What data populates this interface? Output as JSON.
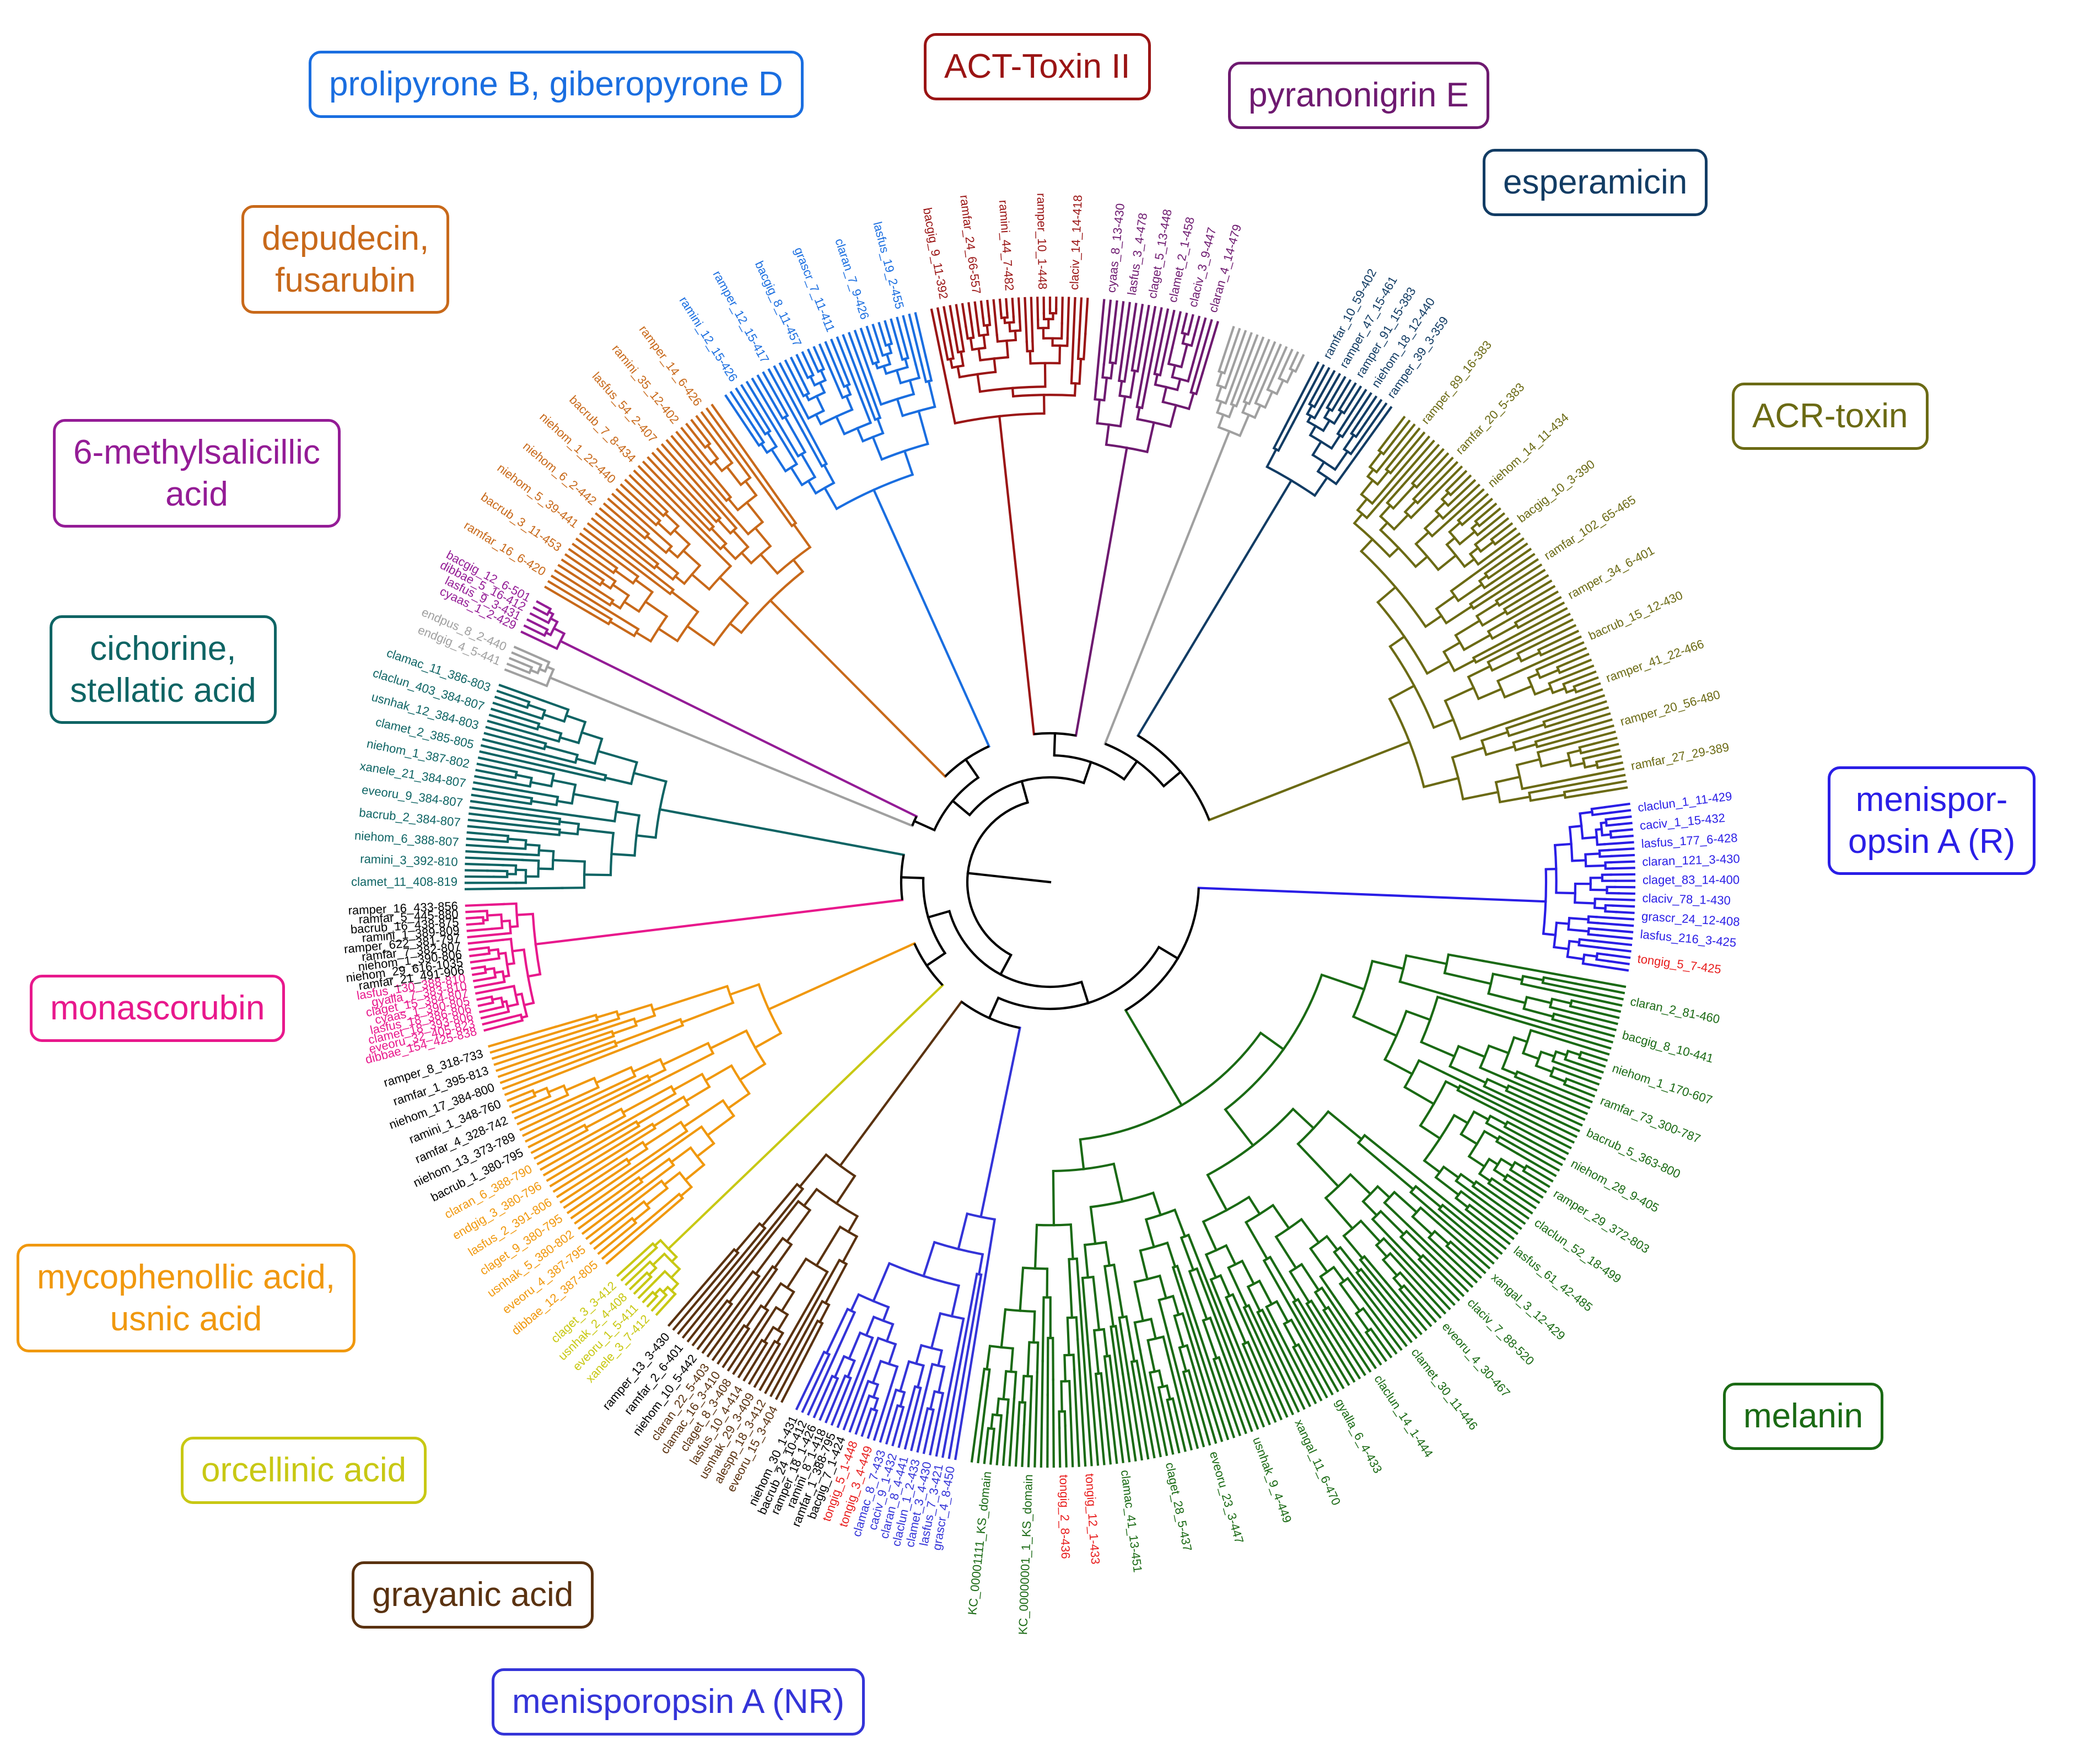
{
  "clades": [
    {
      "id": "prolipyrone",
      "lines": [
        "prolipyrone B, giberopyrone D"
      ],
      "color": "#1a6ee0"
    },
    {
      "id": "act-toxin",
      "lines": [
        "ACT-Toxin II"
      ],
      "color": "#9a1414"
    },
    {
      "id": "pyranonigrin",
      "lines": [
        "pyranonigrin E"
      ],
      "color": "#6e1a70"
    },
    {
      "id": "esperamicin",
      "lines": [
        "esperamicin"
      ],
      "color": "#123c64"
    },
    {
      "id": "depudecin",
      "lines": [
        "depudecin,",
        "fusarubin"
      ],
      "color": "#c8691a"
    },
    {
      "id": "acr-toxin",
      "lines": [
        "ACR-toxin"
      ],
      "color": "#6b6a14"
    },
    {
      "id": "methylsalicillic",
      "lines": [
        "6-methylsalicillic",
        "acid"
      ],
      "color": "#941c96"
    },
    {
      "id": "cichorine",
      "lines": [
        "cichorine,",
        "stellatic acid"
      ],
      "color": "#0e6464"
    },
    {
      "id": "menisporopsin-r",
      "lines": [
        "menispor-",
        "opsin A (R)"
      ],
      "color": "#2a1ee6"
    },
    {
      "id": "monascorubin",
      "lines": [
        "monascorubin"
      ],
      "color": "#e8188c"
    },
    {
      "id": "mycophenollic",
      "lines": [
        "mycophenollic acid,",
        "usnic acid"
      ],
      "color": "#f0980e"
    },
    {
      "id": "melanin",
      "lines": [
        "melanin"
      ],
      "color": "#1a6a14"
    },
    {
      "id": "orcellinic",
      "lines": [
        "orcellinic acid"
      ],
      "color": "#c8c814"
    },
    {
      "id": "grayanic",
      "lines": [
        "grayanic acid"
      ],
      "color": "#5a3210"
    },
    {
      "id": "menisporopsin-nr",
      "lines": [
        "menisporopsin A (NR)"
      ],
      "color": "#3434d8"
    }
  ],
  "other_colors": {
    "backbone": "#000000",
    "unassigned": "#a0a0a0",
    "reference": "#e81e1e"
  },
  "leaf_labels": {
    "melanin": [
      "claran_2_81-460",
      "bacgig_8_10-441",
      "niehom_1_170-607",
      "ramfar_73_300-787",
      "bacrub_5_363-800",
      "niehom_28_9-405",
      "ramper_29_372-803",
      "claclun_52_18-499",
      "lasfus_61_42-485",
      "xangal_3_12-429",
      "claciv_7_88-520",
      "eveoru_4_30-467"
    ],
    "melanin_ref": [
      "KC_00000001_1_KS_domain",
      "KC_00001111_KS_domain"
    ],
    "acr-toxin": [
      "ramper_89_16-383",
      "ramfar_20_5-383",
      "niehom_14_11-434",
      "bacgig_10_3-390",
      "ramfar_102_65-465",
      "ramper_34_6-401",
      "bacrub_15_12-430",
      "ramper_41_22-466",
      "ramper_20_56-480",
      "ramfar_27_29-389"
    ],
    "menisporopsin-r": [
      "claclun_1_11-429",
      "caciv_1_15-432",
      "lasfus_177_6-428",
      "claran_121_3-430",
      "claget_83_14-400",
      "claciv_78_1-430",
      "grascr_24_12-408",
      "lasfus_216_3-425"
    ],
    "menisporopsin-r_ref": [
      "tongig_5_7-425"
    ],
    "esperamicin": [
      "ramfar_10_59-402",
      "ramper_47_15-461",
      "ramper_91_15-383",
      "niehom_18_12-440",
      "ramper_39_3-359"
    ],
    "act-toxin": [
      "bacgig_9_11-392",
      "ramfar_24_66-557",
      "ramini_44_7-482",
      "ramper_10_1-448",
      "claciv_14_14-418"
    ],
    "pyranonigrin": [
      "cyaas_8_13-430",
      "lasfus_3_4-478",
      "claget_5_13-448",
      "clamet_2_1-458",
      "claciv_3_9-447",
      "claran_4_14-479"
    ],
    "prolipyrone": [
      "ramini_12_15-426",
      "ramper_12_15-417",
      "bacgig_8_11-457",
      "grascr_7_11-411",
      "claran_7_9-426",
      "lasfus_19_2-455"
    ],
    "depudecin": [
      "ramfar_16_6-420",
      "bacrub_3_11-453",
      "niehom_5_39-441",
      "niehom_6_2-442",
      "niehom_1_22-440",
      "bacrub_7_8-434",
      "lasfus_54_2-407",
      "ramini_35_12-402",
      "ramper_14_6-426"
    ],
    "methylsalicillic": [
      "cyaas_1_2-429",
      "lasfus_9_3-431",
      "dibbae_5_16-412",
      "bacgig_12_6-501"
    ],
    "unassigned": [
      "endgig_4_5-441",
      "endpus_8_2-440"
    ],
    "cichorine": [
      "clamet_11_408-819",
      "ramini_3_392-810",
      "niehom_6_388-807",
      "bacrub_2_384-807",
      "eveoru_9_384-807",
      "xanele_21_384-807",
      "niehom_1_387-802",
      "clamet_2_385-805",
      "usnhak_12_384-803",
      "claclun_403_384-807",
      "clamac_11_386-803"
    ],
    "monascorubin": [
      "dibbae_154_425-838",
      "eveoru_32_405-823",
      "clamet_18_393-806",
      "lasfus_18_386-806",
      "cyaas_1_390-805",
      "claget_15_384-807",
      "gyalla_7_383-810",
      "lasfus_130_388-810"
    ],
    "monascorubin_black": [
      "ramfar_21_491-906",
      "niehom_29_616-1035",
      "niehom_1_390-806",
      "ramfar_7_382-807",
      "ramper_622_381-797",
      "ramini_1_389-809",
      "bacrub_16_438-875",
      "ramfar_5_445-880",
      "ramper_16_433-856"
    ],
    "mycophenollic": [
      "dibbae_12_387-805",
      "eveoru_4_387-795",
      "usnhak_5_380-802",
      "claget_9_380-795",
      "lasfus_2_391-806",
      "endgig_3_380-796",
      "claran_6_388-790"
    ],
    "mycophenollic_black": [
      "bacrub_1_380-795",
      "niehom_13_373-789",
      "ramfar_4_328-742",
      "ramini_1_348-760",
      "niehom_17_384-800",
      "ramfar_1_395-813",
      "ramper_8_318-733"
    ],
    "orcellinic": [
      "xanele_3_7-412",
      "eveoru_1_5-411",
      "usnhak_2_4-408",
      "claget_3_3-412"
    ],
    "grayanic": [
      "eveoru_15_3-404",
      "alespp_18_3-412",
      "usnhak_29_3-409",
      "lasfus_10_4-414",
      "claget_8_3-408",
      "clamac_16_3-410",
      "claran_22_5-403"
    ],
    "grayanic_black": [
      "niehom_10_5-442",
      "ramfar_2_6-401",
      "ramper_13_3-430"
    ],
    "menisporopsin-nr": [
      "grascr_4_8-450",
      "lasfus_7_3-421",
      "clamet_3_4-430",
      "claclun_1_2-433",
      "claran_8_4-441",
      "caciv_9_1-432",
      "clamac_8_7-433"
    ],
    "menisporopsin-nr_ref": [
      "tongig_3_4-449",
      "tongig_5_1-448"
    ],
    "menisporopsin-nr_black": [
      "bacgig_7_1-424",
      "ramfar_1_388-795",
      "ramini_8_1-418",
      "ramper_18_1-426",
      "bacrub_24_10-412",
      "niehom_30_1-431"
    ],
    "melanin2": [
      "clamet_30_11-446",
      "claclun_14_1-444",
      "gyalla_6_4-433",
      "xangal_11_6-470",
      "usnhak_9_4-449",
      "eveoru_23_3-447",
      "claget_28_5-437",
      "clamac_41_13-451"
    ],
    "melanin2_ref": [
      "tongig_12_1-433",
      "tongig_2_8-436"
    ]
  }
}
